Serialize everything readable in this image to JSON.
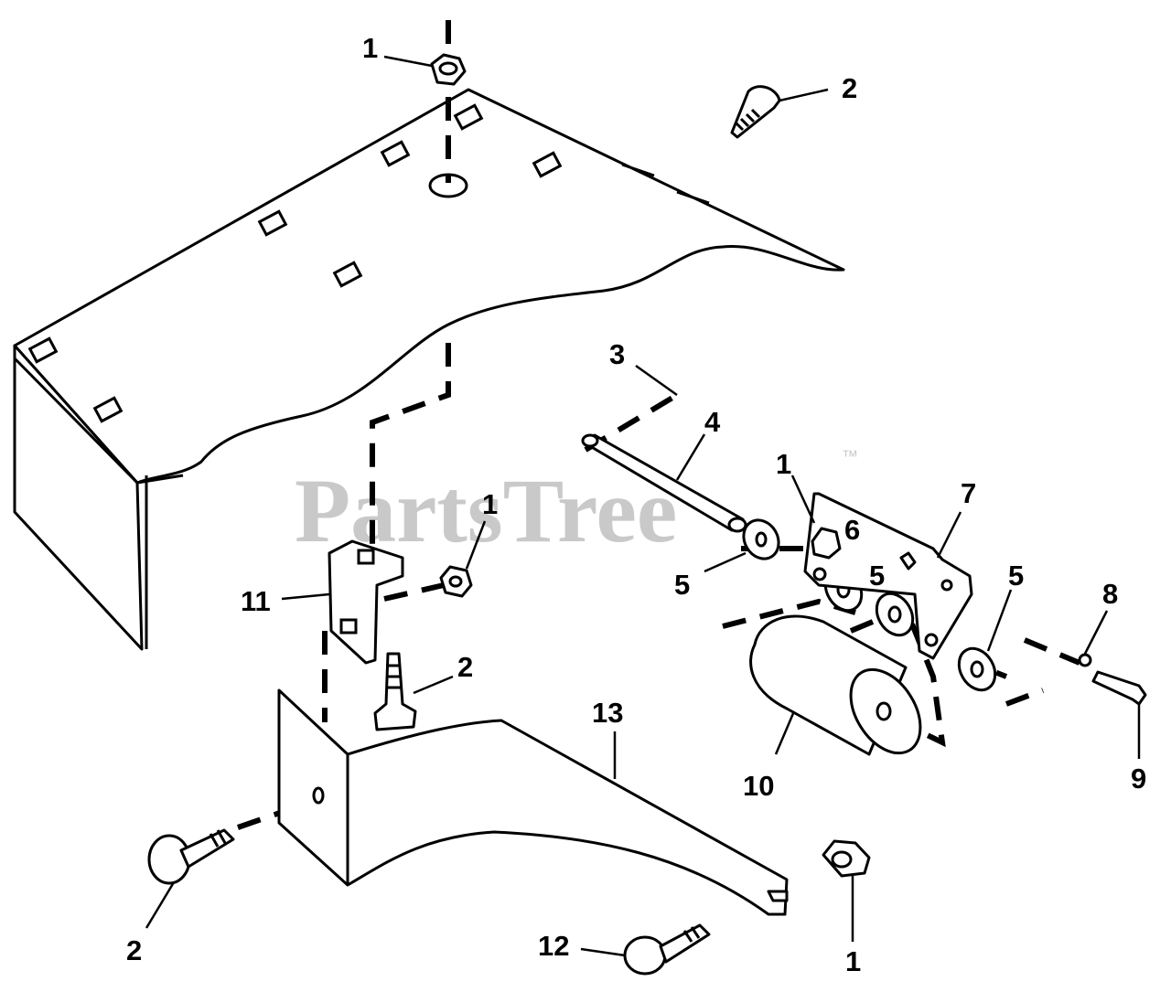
{
  "watermark": {
    "text": "PartsTree",
    "trademark": "™"
  },
  "callouts": [
    {
      "id": "c1a",
      "label": "1"
    },
    {
      "id": "c2a",
      "label": "2"
    },
    {
      "id": "c3",
      "label": "3"
    },
    {
      "id": "c4",
      "label": "4"
    },
    {
      "id": "c1b",
      "label": "1"
    },
    {
      "id": "c7",
      "label": "7"
    },
    {
      "id": "c6",
      "label": "6"
    },
    {
      "id": "c5a",
      "label": "5"
    },
    {
      "id": "c5b",
      "label": "5"
    },
    {
      "id": "c5c",
      "label": "5"
    },
    {
      "id": "c8",
      "label": "8"
    },
    {
      "id": "c9",
      "label": "9"
    },
    {
      "id": "c1c",
      "label": "1"
    },
    {
      "id": "c11",
      "label": "11"
    },
    {
      "id": "c2b",
      "label": "2"
    },
    {
      "id": "c13",
      "label": "13"
    },
    {
      "id": "c10",
      "label": "10"
    },
    {
      "id": "c2c",
      "label": "2"
    },
    {
      "id": "c12",
      "label": "12"
    },
    {
      "id": "c1d",
      "label": "1"
    }
  ]
}
